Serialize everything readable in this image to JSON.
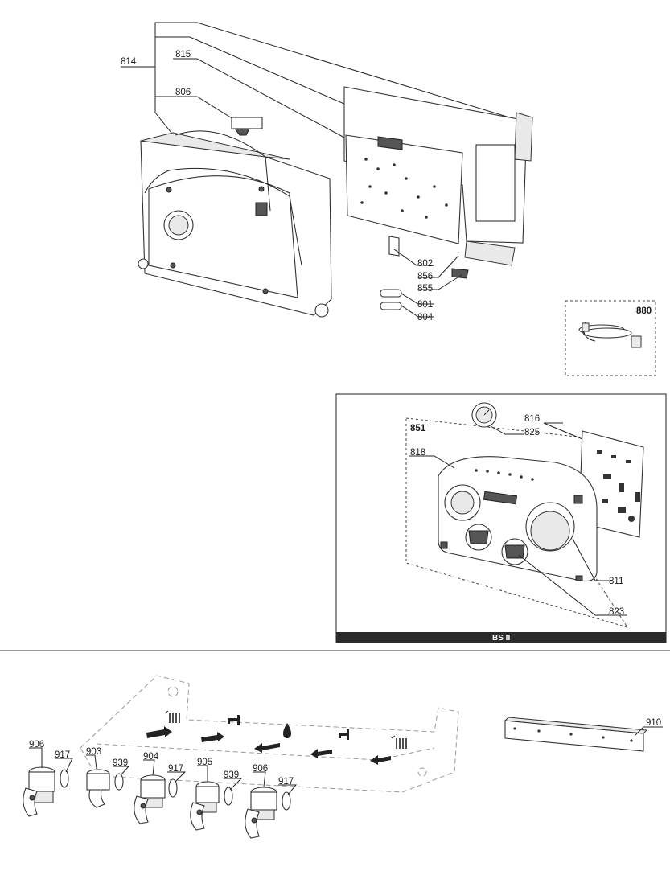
{
  "callouts": {
    "p814": "814",
    "p815": "815",
    "p806": "806",
    "p802": "802",
    "p856": "856",
    "p855": "855",
    "p801": "801",
    "p804": "804",
    "p880": "880",
    "p851": "851",
    "p818": "818",
    "p825": "825",
    "p816": "816",
    "p811": "811",
    "p823": "823",
    "p906a": "906",
    "p917a": "917",
    "p903": "903",
    "p939a": "939",
    "p904": "904",
    "p917b": "917",
    "p905": "905",
    "p939b": "939",
    "p906b": "906",
    "p917c": "917",
    "p910": "910"
  },
  "inset": {
    "banner": "BS II"
  },
  "icons": [
    "radiator-heating-icon",
    "hot-water-tap-icon",
    "gas-flame-drop-icon",
    "cold-water-tap-icon",
    "radiator-return-icon"
  ]
}
